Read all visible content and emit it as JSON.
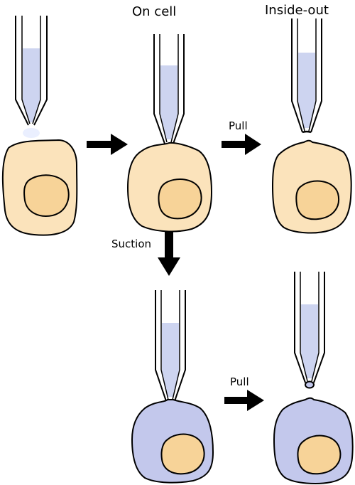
{
  "labels": {
    "on_cell": "On cell",
    "inside_out": "Inside-out",
    "pull_top": "Pull",
    "suction": "Suction",
    "pull_bottom": "Pull"
  },
  "colors": {
    "cell_fill": "#fbe3bb",
    "nucleus_fill": "#f7d398",
    "whole_cell_fill": "#c3c8ec",
    "pipette_solution": "#cdd4f0",
    "outline": "#000000",
    "arrow": "#000000",
    "seal_glow": "#e6ecff"
  }
}
